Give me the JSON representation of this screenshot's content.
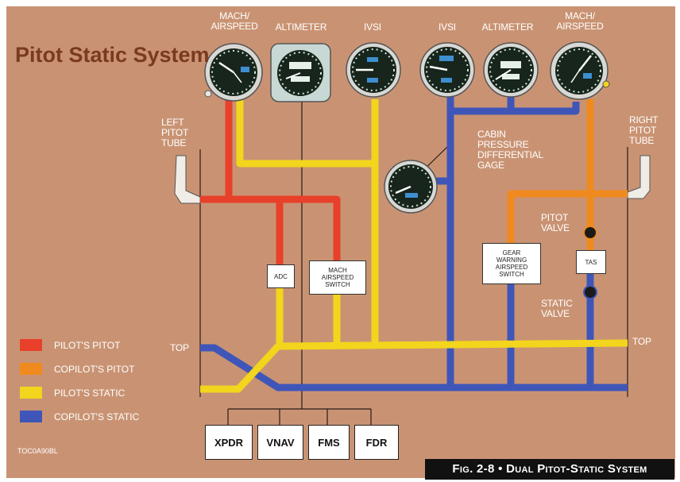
{
  "title": "Pitot Static System",
  "instrument_labels": {
    "left_mach": "MACH/\nAIRSPEED",
    "left_altimeter": "ALTIMETER",
    "left_ivsi": "IVSI",
    "right_ivsi": "IVSI",
    "right_altimeter": "ALTIMETER",
    "right_mach": "MACH/\nAIRSPEED"
  },
  "side_labels": {
    "left_pitot": "LEFT\nPITOT\nTUBE",
    "right_pitot": "RIGHT\nPITOT\nTUBE",
    "cabin_gage": "CABIN\nPRESSURE\nDIFFERENTIAL\nGAGE",
    "pitot_valve": "PITOT\nVALVE",
    "static_valve": "STATIC\nVALVE",
    "top_left": "TOP",
    "top_right": "TOP"
  },
  "boxes": {
    "adc": "ADC",
    "mach_switch": "MACH\nAIRSPEED\nSWITCH",
    "gear_switch": "GEAR\nWARNING\nAIRSPEED\nSWITCH",
    "tas": "TAS"
  },
  "bottom_boxes": [
    "XPDR",
    "VNAV",
    "FMS",
    "FDR"
  ],
  "legend": [
    {
      "label": "PILOT'S PITOT",
      "color": "#e8402a"
    },
    {
      "label": "COPILOT'S PITOT",
      "color": "#f08a1e"
    },
    {
      "label": "PILOT'S STATIC",
      "color": "#f2d51c"
    },
    {
      "label": "COPILOT'S STATIC",
      "color": "#3f56b8"
    }
  ],
  "doc_code": "TOC0A90BL",
  "caption": "Fig. 2-8 • Dual Pitot-Static System",
  "colors": {
    "background": "#c99373",
    "pilot_pitot": "#e8402a",
    "copilot_pitot": "#f08a1e",
    "pilot_static": "#f2d51c",
    "copilot_static": "#3f56b8",
    "title": "#7a3a22"
  }
}
